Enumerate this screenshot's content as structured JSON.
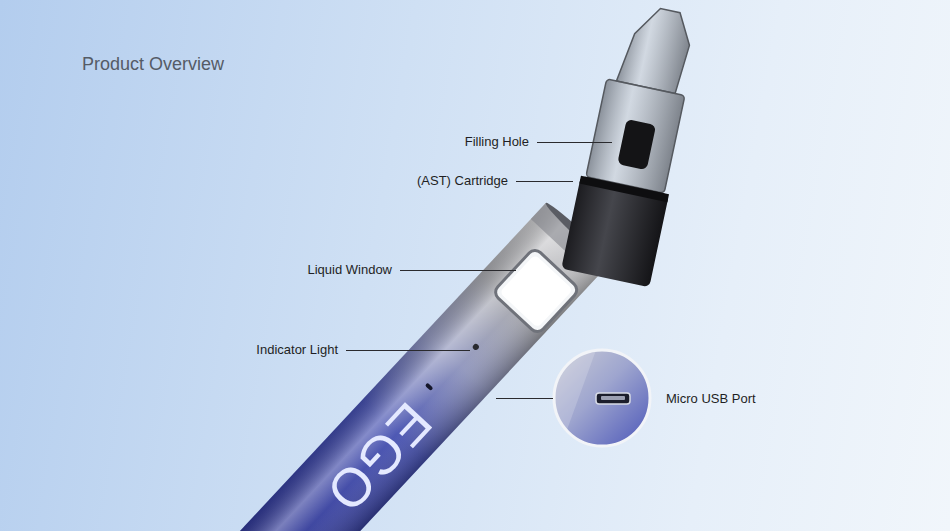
{
  "diagram": {
    "title": "Product Overview",
    "labels": [
      "Filling Hole",
      "(AST) Cartridge",
      "Liquid Window",
      "Indicator Light",
      "Micro USB Port",
      "EGO"
    ]
  }
}
